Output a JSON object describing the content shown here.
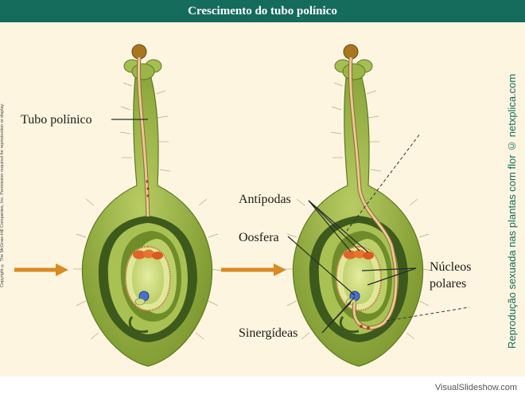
{
  "title": "Crescimento do tubo polínico",
  "labels": {
    "tubo_polinico": "Tubo polínico",
    "antipodas": "Antípodas",
    "oosfera": "Oosfera",
    "nucleos": "Núcleos",
    "polares": "polares",
    "sinergideas": "Sinergídeas"
  },
  "copyright": "Copyright © The McGraw-Hill Companies, Inc. Permission required for reproduction or display.",
  "sidebar_text": "Reprodução sexuada nas plantas com flor © netxplica.com",
  "footer_text": "VisualSlideshow.com",
  "colors": {
    "header": "#156b5c",
    "background": "#fdf5df",
    "ovule_green": "#8ea83a",
    "dark_green": "#3d5a1c",
    "tube": "#e7c48e",
    "antipode": "#e0652a",
    "nucleus": "#4a6fd0",
    "arrow": "#d98a22"
  }
}
